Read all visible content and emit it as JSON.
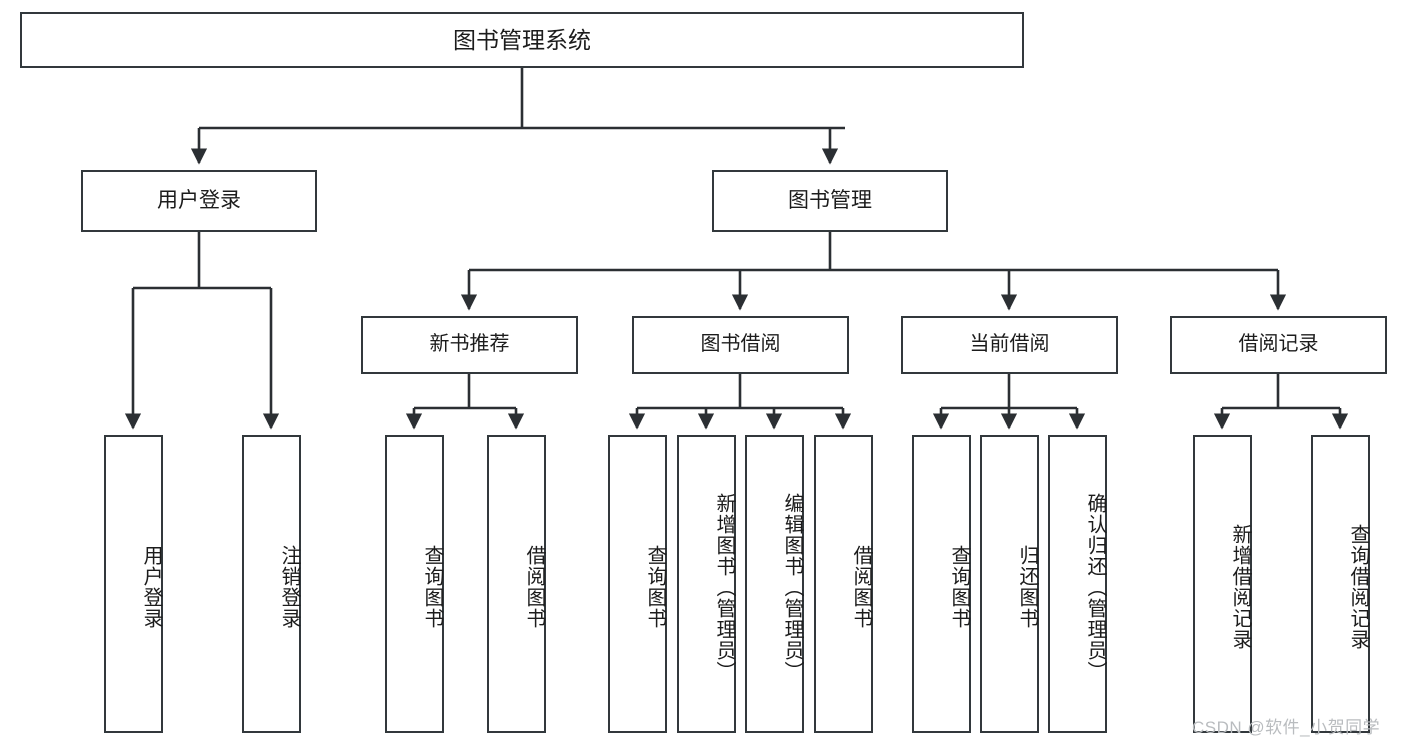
{
  "diagram": {
    "type": "tree",
    "title": "图书管理系统",
    "orientation": "top-down",
    "colors": {
      "box_border": "#32383c",
      "box_fill": "#ffffff",
      "edge": "#2b2f33",
      "text": "#1c1c1c",
      "watermark": "#b9bcbf",
      "background": "#ffffff"
    },
    "nodes": {
      "root": {
        "label": "图书管理系统"
      },
      "level2": [
        {
          "label": "用户登录"
        },
        {
          "label": "图书管理"
        }
      ],
      "level3": [
        {
          "label": "新书推荐"
        },
        {
          "label": "图书借阅"
        },
        {
          "label": "当前借阅"
        },
        {
          "label": "借阅记录"
        }
      ],
      "leaves": [
        {
          "label": "用户登录",
          "parent": "用户登录"
        },
        {
          "label": "注销登录",
          "parent": "用户登录"
        },
        {
          "label": "查询图书",
          "parent": "新书推荐"
        },
        {
          "label": "借阅图书",
          "parent": "新书推荐"
        },
        {
          "label": "查询图书",
          "parent": "图书借阅"
        },
        {
          "label": "新增图书（管理员）",
          "parent": "图书借阅"
        },
        {
          "label": "编辑图书（管理员）",
          "parent": "图书借阅"
        },
        {
          "label": "借阅图书",
          "parent": "图书借阅"
        },
        {
          "label": "查询图书",
          "parent": "当前借阅"
        },
        {
          "label": "归还图书",
          "parent": "当前借阅"
        },
        {
          "label": "确认归还（管理员）",
          "parent": "当前借阅"
        },
        {
          "label": "新增借阅记录",
          "parent": "借阅记录"
        },
        {
          "label": "查询借阅记录",
          "parent": "借阅记录"
        }
      ]
    },
    "watermark": "CSDN @软件_小贺同学"
  }
}
